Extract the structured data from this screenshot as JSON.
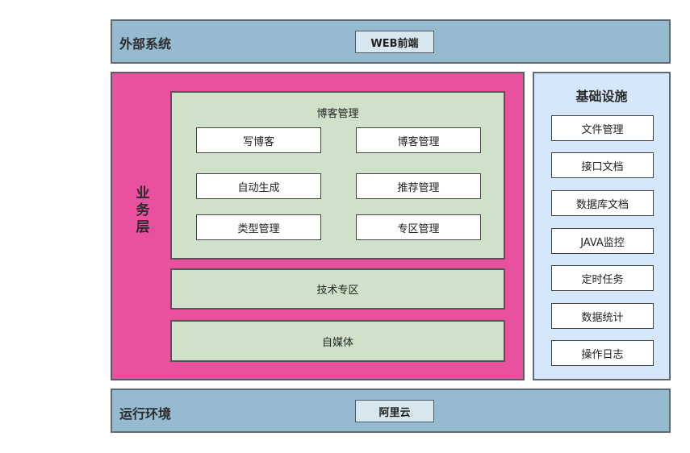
{
  "external": {
    "title": "外部系统",
    "chip": "WEB前端"
  },
  "business": {
    "label_chars": [
      "业",
      "务",
      "层"
    ],
    "blog": {
      "title": "博客管理",
      "items": [
        "写博客",
        "博客管理",
        "自动生成",
        "推荐管理",
        "类型管理",
        "专区管理"
      ]
    },
    "tech_zone": "技术专区",
    "self_media": "自媒体"
  },
  "infra": {
    "title": "基础设施",
    "items": [
      "文件管理",
      "接口文档",
      "数据库文档",
      "JAVA监控",
      "定时任务",
      "数据统计",
      "操作日志"
    ]
  },
  "runtime": {
    "title": "运行环境",
    "chip": "阿里云"
  },
  "colors": {
    "band": "#96bbd0",
    "business": "#e9509e",
    "panel": "#cfe1c9",
    "infra": "#d6e6fb"
  }
}
